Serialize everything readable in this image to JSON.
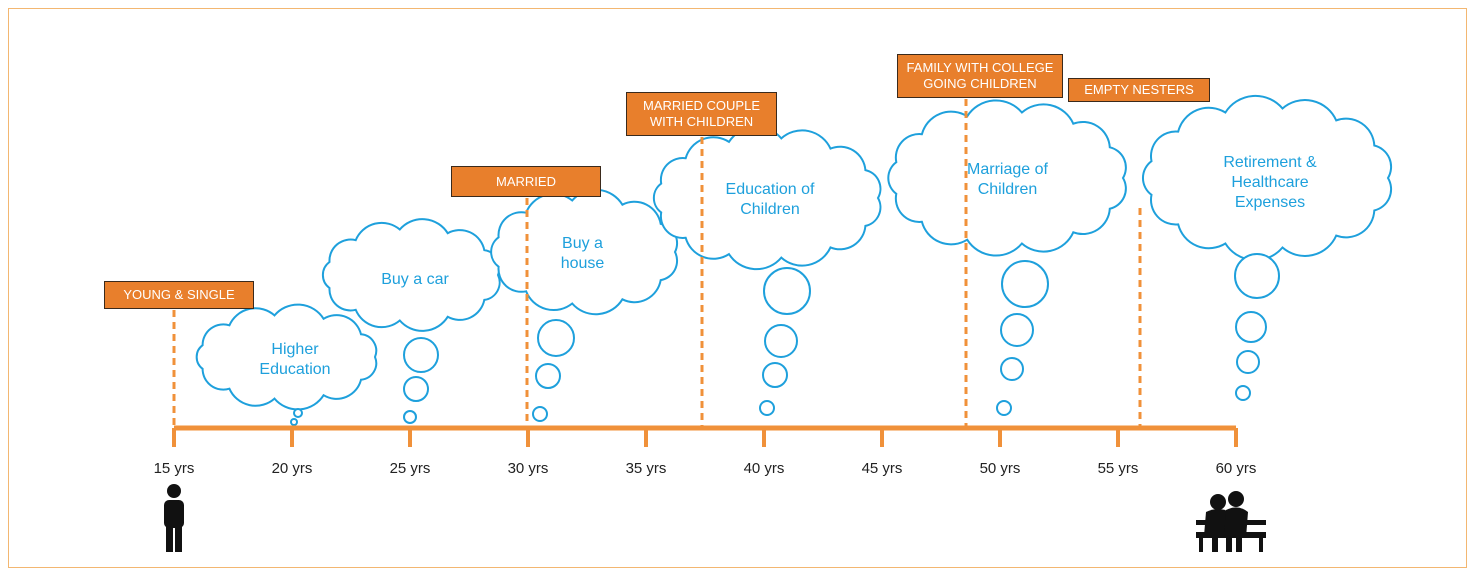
{
  "colors": {
    "accent": "#f0913a",
    "label_bg": "#e87f2c",
    "cloud": "#1ea0dc",
    "text": "#222222"
  },
  "timeline": {
    "ticks": [
      "15 yrs",
      "20 yrs",
      "25 yrs",
      "30 yrs",
      "35 yrs",
      "40 yrs",
      "45 yrs",
      "50 yrs",
      "55 yrs",
      "60 yrs"
    ]
  },
  "stages": [
    {
      "label": "YOUNG & SINGLE"
    },
    {
      "label": "MARRIED"
    },
    {
      "label": "MARRIED COUPLE WITH CHILDREN"
    },
    {
      "label": "FAMILY WITH COLLEGE GOING CHILDREN"
    },
    {
      "label": "EMPTY NESTERS"
    }
  ],
  "goals": [
    {
      "text": "Higher\nEducation"
    },
    {
      "text": "Buy a car"
    },
    {
      "text": "Buy a\nhouse"
    },
    {
      "text": "Education of\nChildren"
    },
    {
      "text": "Marriage of\nChildren"
    },
    {
      "text": "Retirement &\nHealthcare\nExpenses"
    }
  ],
  "icons": {
    "start": "standing-person-icon",
    "end": "couple-on-bench-icon"
  }
}
